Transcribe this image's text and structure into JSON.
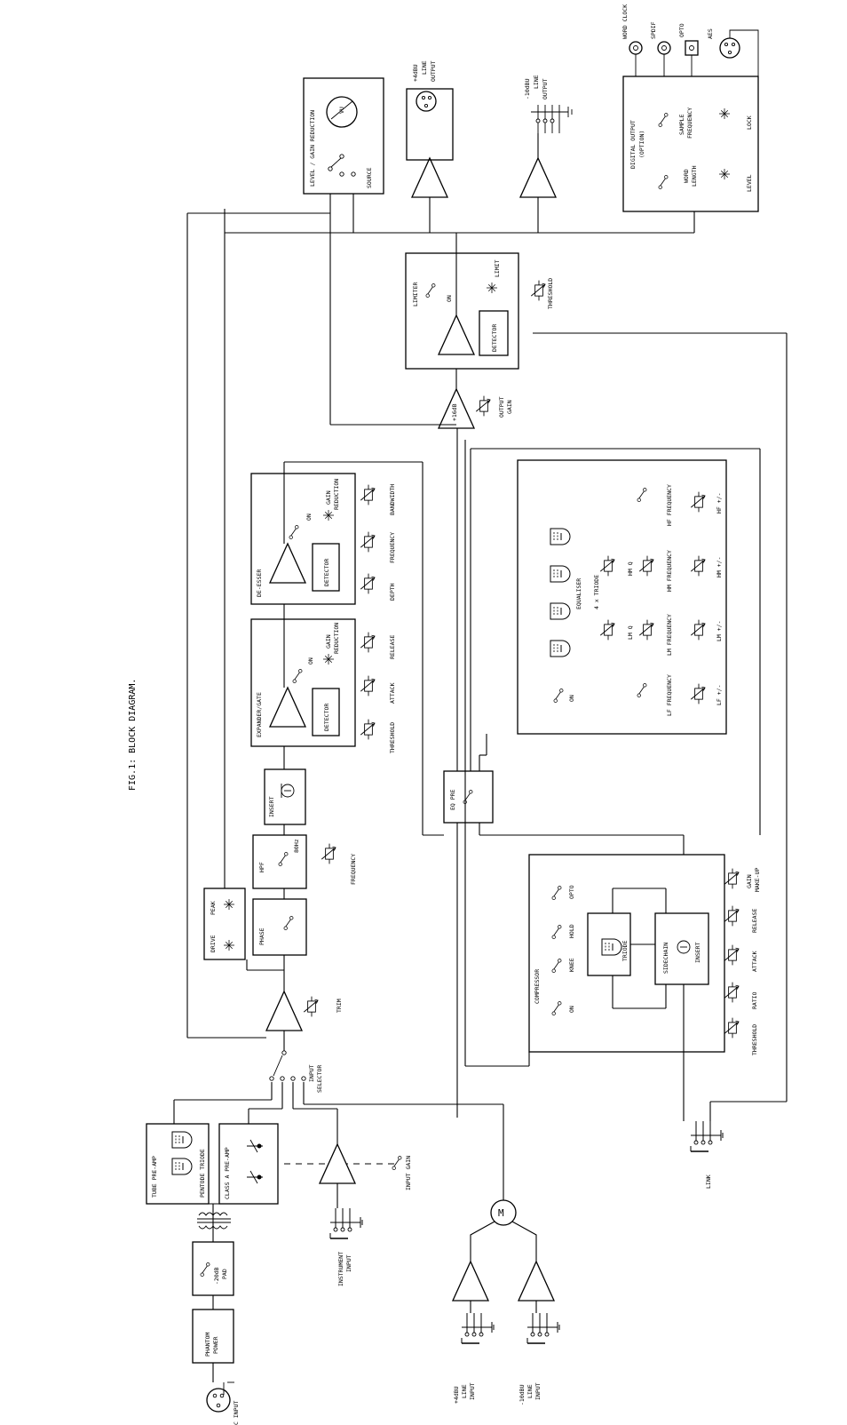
{
  "figure": {
    "caption": "FIG.1: BLOCK DIAGRAM."
  },
  "blocks": {
    "mic_input": "C INPUT",
    "phantom_power": [
      "PHANTOM",
      "POWER"
    ],
    "pad": [
      "-20dB",
      "PAD"
    ],
    "tube_preamp": "TUBE PRE-AMP",
    "pentode_triode": "PENTODE  TRIODE",
    "class_a_preamp": "CLASS A PRE-AMP",
    "instrument_input": [
      "INSTRUMENT",
      "INPUT"
    ],
    "input_gain": "INPUT GAIN",
    "line_input_plus4": [
      "+4dBU",
      "LINE",
      "INPUT"
    ],
    "line_input_minus10": [
      "-10dBU",
      "LINE",
      "INPUT"
    ],
    "mixer_symbol": "M",
    "input_selector": [
      "INPUT",
      "SELECTOR"
    ],
    "trim": "TRIM",
    "drive": "DRIVE",
    "peak": "PEAK",
    "phase": "PHASE",
    "hpf": "HPF",
    "hpf_freq": "80Hz",
    "hpf_frequency": "FREQUENCY",
    "insert": "INSERT",
    "expander_gate": "EXPANDER/GATE",
    "detector": "DETECTOR",
    "on": "ON",
    "gain_reduction": [
      "GAIN",
      "REDUCTION"
    ],
    "expander_controls": [
      "THRESHOLD",
      "ATTACK",
      "RELEASE"
    ],
    "de_esser": "DE-ESSER",
    "de_esser_controls": [
      "DEPTH",
      "FREQUENCY",
      "BANDWIDTH"
    ],
    "eq_pre": "EQ PRE",
    "equaliser": "EQUALISER",
    "triode_count": "4 x TRIODE",
    "eq_q_controls": [
      "LM Q",
      "HM Q"
    ],
    "eq_freq_controls": [
      "LF FREQUENCY",
      "LM FREQUENCY",
      "HM FREQUENCY",
      "HF FREQUENCY"
    ],
    "eq_gain_controls": [
      "LF +/-",
      "LM +/-",
      "HM +/-",
      "HF +/-"
    ],
    "compressor": "COMPRESSOR",
    "comp_switches": [
      "ON",
      "KNEE",
      "HOLD",
      "OPTO"
    ],
    "triode": "TRIODE",
    "sidechain": "SIDECHAIN",
    "comp_controls": [
      "THRESHOLD",
      "RATIO",
      "ATTACK",
      "RELEASE"
    ],
    "gain_makeup": [
      "GAIN",
      "MAKE-UP"
    ],
    "link": "LINK",
    "output_gain_amp": "+16dB",
    "output_gain": [
      "OUTPUT",
      "GAIN"
    ],
    "limiter": "LIMITER",
    "limit": "LIMIT",
    "limiter_threshold": "THRESHOLD",
    "level_gr_meter": "LEVEL / GAIN REDUCTION",
    "vu": "VU",
    "source": "SOURCE",
    "line_output_plus4": [
      "+4dBU",
      "LINE",
      "OUTPUT"
    ],
    "line_output_minus10": [
      "-10dBU",
      "LINE",
      "OUTPUT"
    ],
    "digital_output": [
      "DIGITAL OUTPUT",
      "(OPTION)"
    ],
    "word_length": [
      "WORD",
      "LENGTH"
    ],
    "sample_frequency": [
      "SAMPLE",
      "FREQUENCY"
    ],
    "level": "LEVEL",
    "lock": "LOCK",
    "digital_connectors": [
      "WORD CLOCK",
      "SPDIF",
      "OPTO",
      "AES"
    ]
  }
}
